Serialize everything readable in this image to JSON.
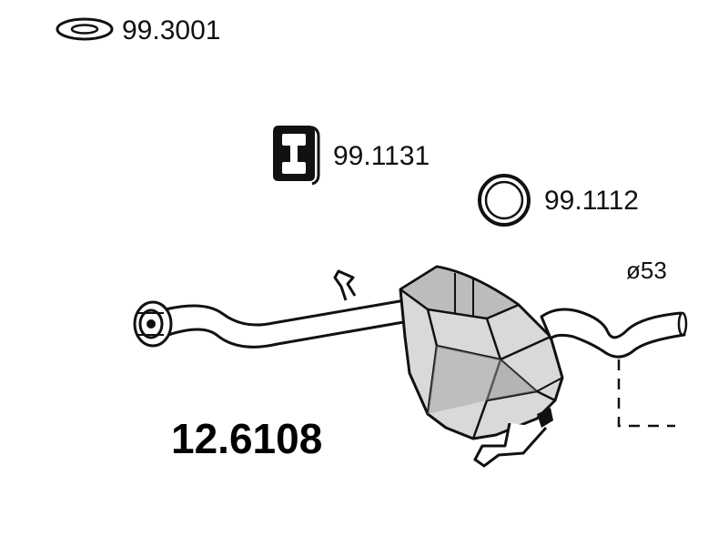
{
  "parts": {
    "gasket_number": "99.3001",
    "hanger_number": "99.1131",
    "ring_number": "99.1112",
    "main_part_number": "12.6108"
  },
  "dimensions": {
    "outlet_diameter": "ø53"
  },
  "colors": {
    "line": "#111111",
    "body_fill": "#d9d9d9",
    "body_shade": "#a8a8a8",
    "background": "#ffffff"
  },
  "icons": {
    "gasket": "flat-gasket-icon",
    "hanger": "rubber-hanger-icon",
    "ring": "o-ring-icon"
  }
}
